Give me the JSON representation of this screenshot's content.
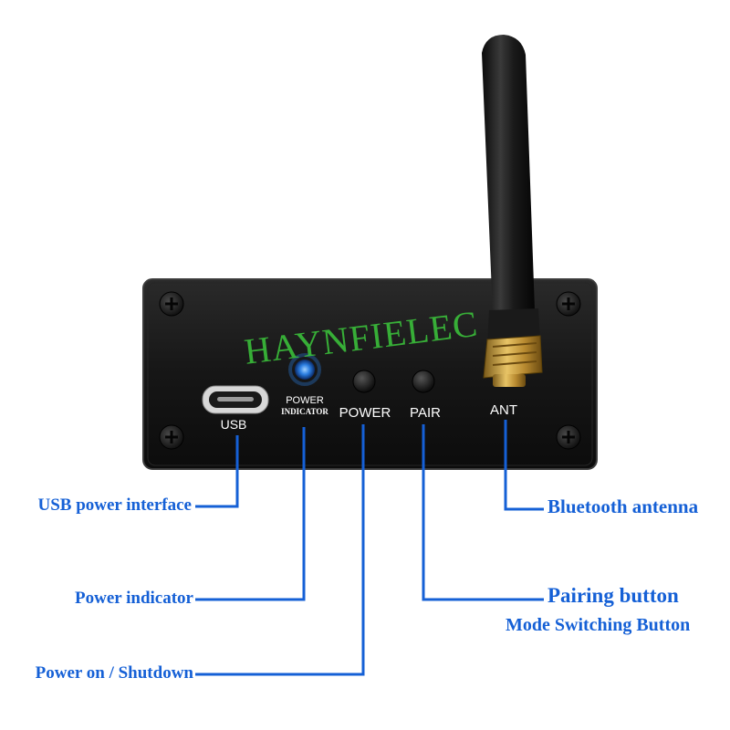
{
  "device": {
    "panel_labels": {
      "usb": "USB",
      "power_indicator_line1": "POWER",
      "power_indicator_line2": "INDICATOR",
      "power": "POWER",
      "pair": "PAIR",
      "ant": "ANT"
    },
    "watermark": "HAYNFIELEC"
  },
  "callouts": {
    "usb": "USB power interface",
    "power_indicator": "Power indicator",
    "power_button": "Power on / Shutdown",
    "antenna": "Bluetooth antenna",
    "pair_line1": "Pairing button",
    "pair_line2": "Mode Switching Button"
  },
  "colors": {
    "callout_text": "#1560d6",
    "leader_line": "#1560d6",
    "enclosure": "#151515",
    "watermark": "#3cc83c",
    "indicator_led": "#2a7de0",
    "sma_connector": "#c9a040"
  }
}
